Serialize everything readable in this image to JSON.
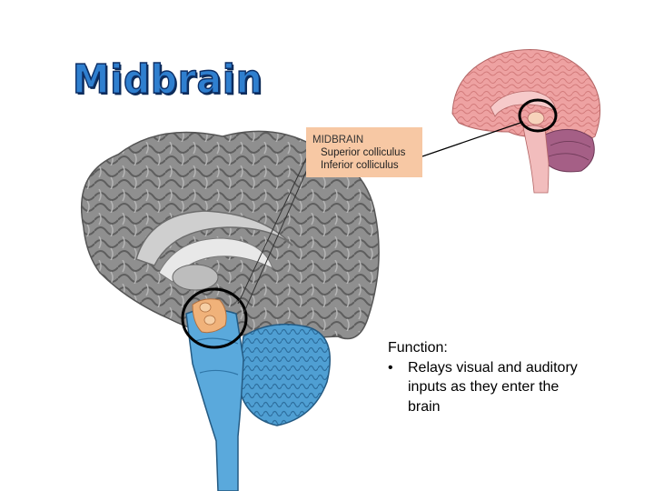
{
  "title": "Midbrain",
  "label_box": {
    "heading": "MIDBRAIN",
    "items": [
      "Superior colliculus",
      "Inferior colliculus"
    ]
  },
  "function": {
    "heading": "Function:",
    "bullet": "•",
    "points": [
      "Relays visual and auditory inputs as they enter the brain"
    ]
  },
  "colors": {
    "cerebrum_gray": "#8c8c8c",
    "brainstem_blue": "#5aa9dc",
    "small_brain_pink": "#eea2a2",
    "midbrain_orange": "#f0b27a",
    "label_bg": "#f7c8a4",
    "title_blue": "#2f7fcf"
  }
}
